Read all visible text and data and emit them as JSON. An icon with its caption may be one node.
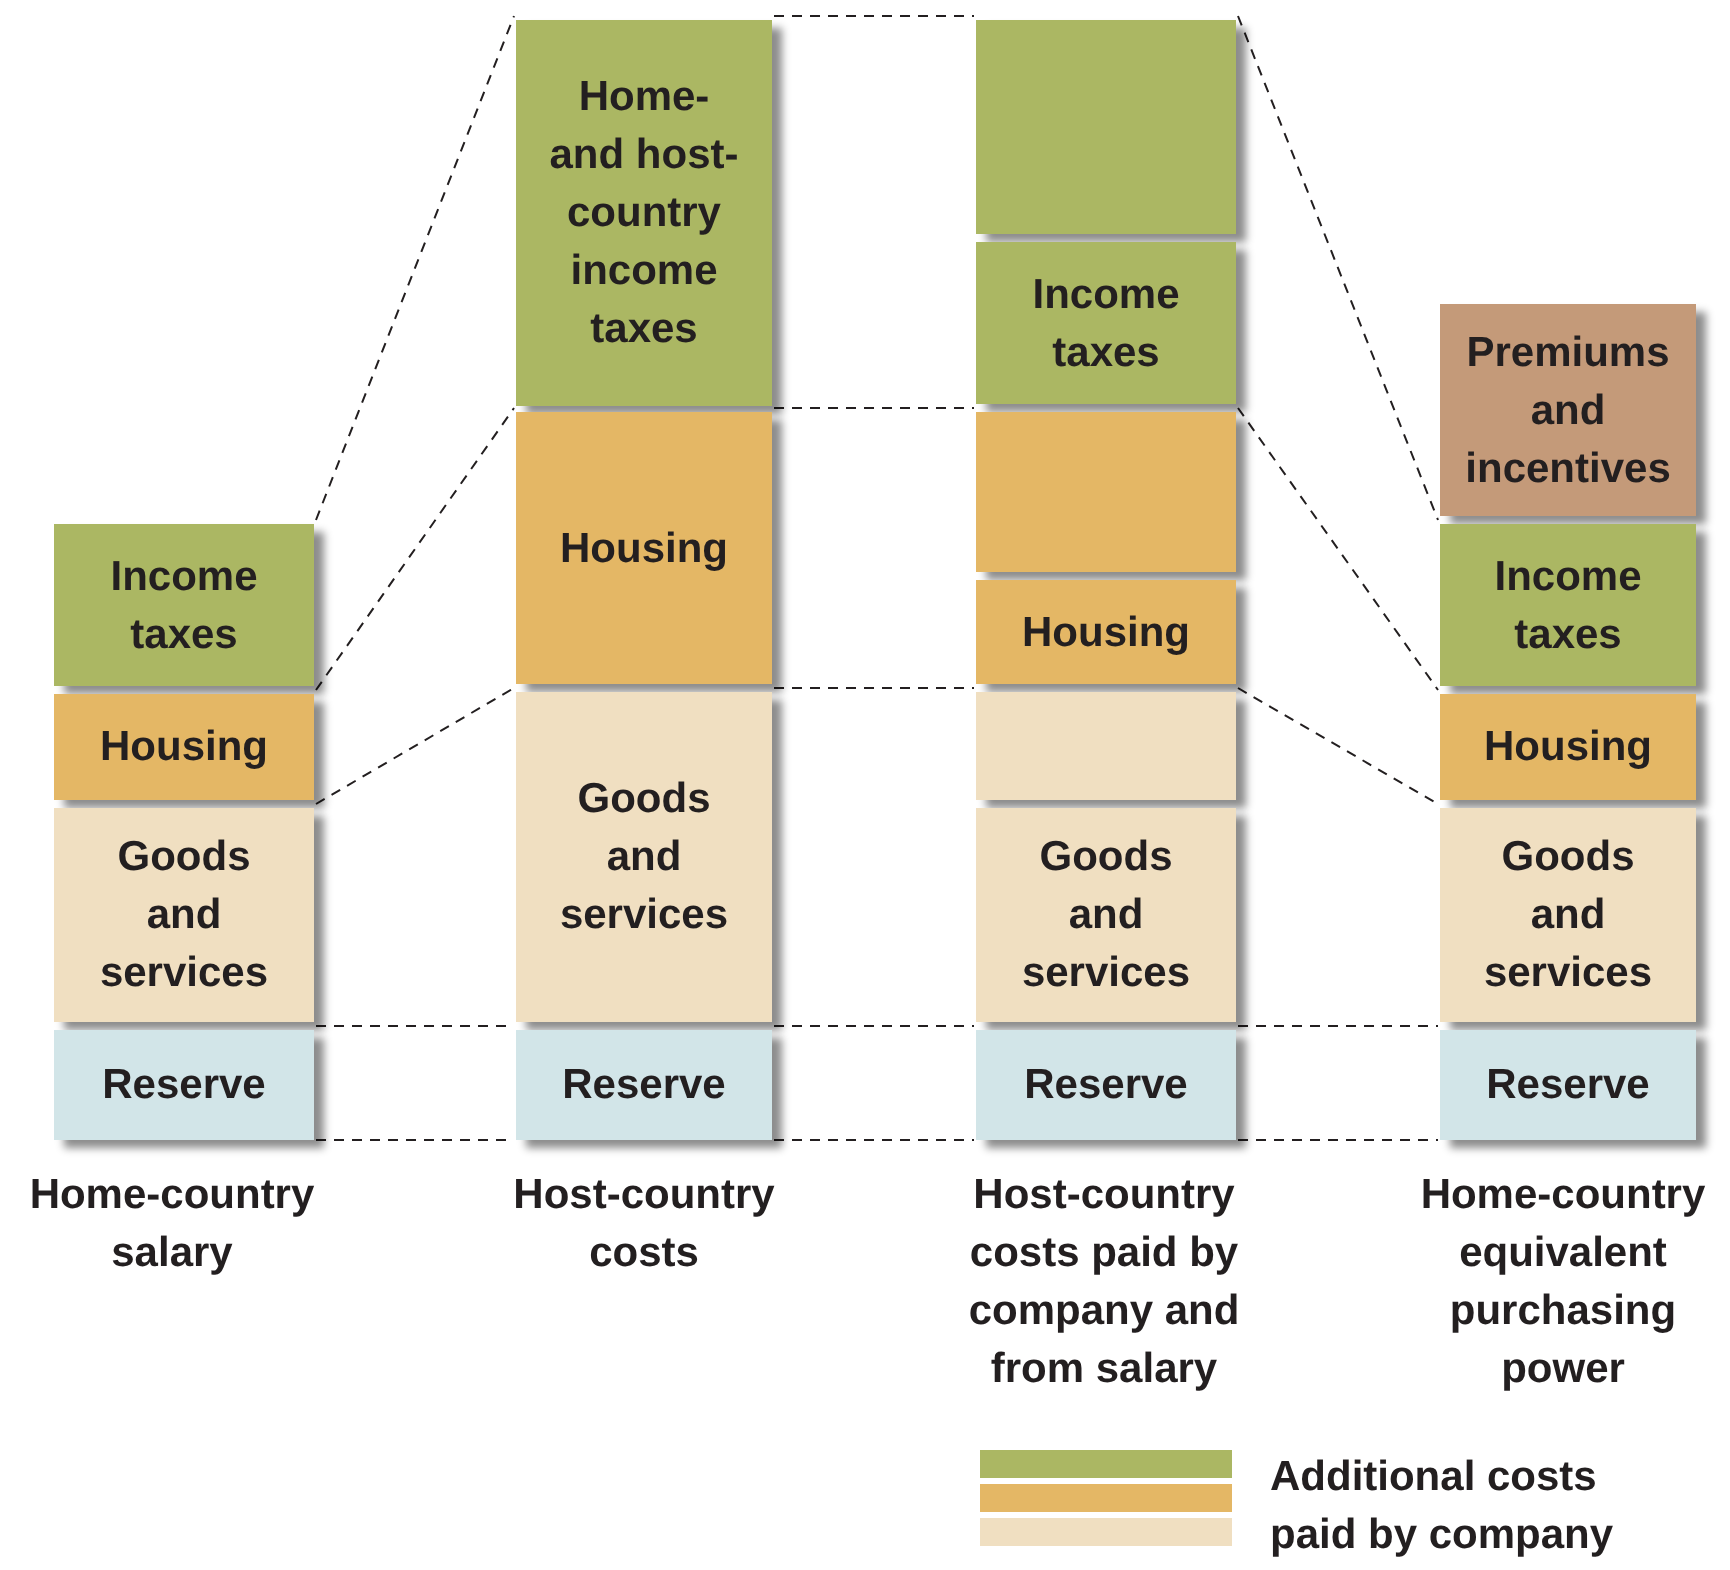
{
  "diagram": {
    "nodes": [
      {
        "text": [
          "Income taxes"
        ]
      },
      {
        "text": [
          "Housing"
        ]
      },
      {
        "text": [
          "Goods and services"
        ]
      },
      {
        "text": [
          "Reserve"
        ]
      },
      {
        "text": [
          "Home- and host-country income taxes"
        ]
      },
      {
        "text": [
          "Housing"
        ]
      },
      {
        "text": [
          "Goods and services"
        ]
      },
      {
        "text": [
          "Reserve"
        ]
      },
      {
        "text": [],
        "shape": "box"
      },
      {
        "text": [
          "Income taxes"
        ]
      },
      {
        "text": [],
        "shape": "box"
      },
      {
        "text": [
          "Housing"
        ]
      },
      {
        "text": [],
        "shape": "box"
      },
      {
        "text": [
          "Goods and services"
        ]
      },
      {
        "text": [
          "Reserve"
        ]
      },
      {
        "text": [
          "Premiums and incentives"
        ]
      },
      {
        "text": [
          "Income taxes"
        ]
      },
      {
        "text": [
          "Housing"
        ]
      },
      {
        "text": [
          "Goods and services"
        ]
      },
      {
        "text": [
          "Reserve"
        ]
      }
    ],
    "edges": [
      {
        "from": 0,
        "to": 4,
        "arrow": "none",
        "style": "dashed"
      },
      {
        "from": 1,
        "to": 5,
        "arrow": "none",
        "style": "dashed"
      },
      {
        "from": 2,
        "to": 6,
        "arrow": "none",
        "style": "dashed"
      },
      {
        "from": 3,
        "to": 7,
        "arrow": "none",
        "style": "dashed"
      },
      {
        "from": 3,
        "to": 7,
        "arrow": "none",
        "style": "dashed"
      },
      {
        "from": 4,
        "to": 8,
        "arrow": "none",
        "style": "dashed"
      },
      {
        "from": 5,
        "to": 10,
        "arrow": "none",
        "style": "dashed"
      },
      {
        "from": 6,
        "to": 12,
        "arrow": "none",
        "style": "dashed"
      },
      {
        "from": 7,
        "to": 14,
        "arrow": "none",
        "style": "dashed"
      },
      {
        "from": 7,
        "to": 14,
        "arrow": "none",
        "style": "dashed"
      },
      {
        "from": 8,
        "to": 16,
        "arrow": "none",
        "style": "dashed"
      },
      {
        "from": 10,
        "to": 17,
        "arrow": "none",
        "style": "dashed"
      },
      {
        "from": 12,
        "to": 18,
        "arrow": "none",
        "style": "dashed"
      },
      {
        "from": 14,
        "to": 19,
        "arrow": "none",
        "style": "dashed"
      },
      {
        "from": 14,
        "to": 19,
        "arrow": "none",
        "style": "dashed"
      }
    ],
    "labels": [
      "Home-country salary",
      "Host-country costs",
      "Host-country costs paid by company and from salary",
      "Home-country equivalent purchasing power"
    ],
    "legend": [
      {
        "text": "Additional costs paid by company",
        "color": "#abb763"
      }
    ]
  }
}
